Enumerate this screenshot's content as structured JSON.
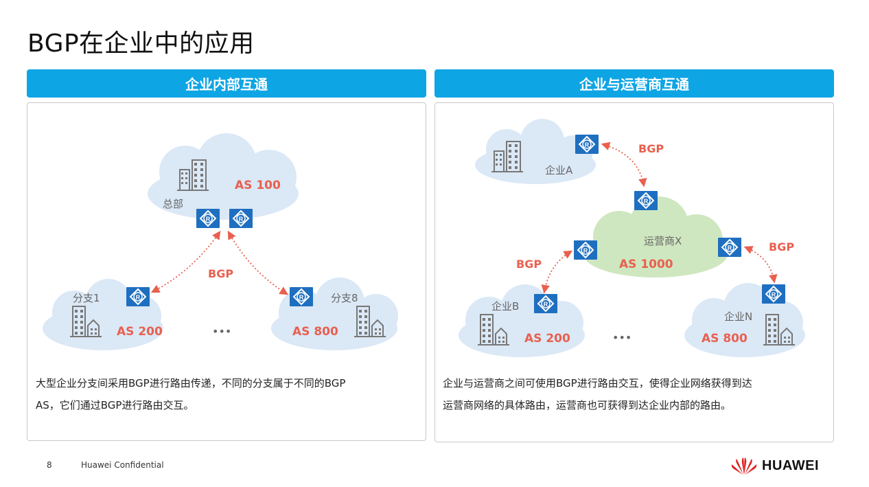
{
  "title": "BGP在企业中的应用",
  "left_panel": {
    "header": "企业内部互通",
    "hq_label": "总部",
    "hq_as": "AS 100",
    "branch1_label": "分支1",
    "branch1_as": "AS 200",
    "branch8_label": "分支8",
    "branch8_as": "AS 800",
    "bgp_label": "BGP",
    "ellipsis": "•••",
    "description_line1": "大型企业分支间采用BGP进行路由传递，不同的分支属于不同的BGP",
    "description_line2": "AS，它们通过BGP进行路由交互。"
  },
  "right_panel": {
    "header": "企业与运营商互通",
    "ent_a_label": "企业A",
    "isp_label": "运营商X",
    "isp_as": "AS 1000",
    "ent_b_label": "企业B",
    "ent_b_as": "AS 200",
    "ent_n_label": "企业N",
    "ent_n_as": "AS 800",
    "bgp_label_top": "BGP",
    "bgp_label_left": "BGP",
    "bgp_label_right": "BGP",
    "ellipsis": "•••",
    "description_line1": "企业与运营商之间可使用BGP进行路由交互，使得企业网络获得到达",
    "description_line2": "运营商网络的具体路由，运营商也可获得到达企业内部的路由。"
  },
  "footer": {
    "page_number": "8",
    "confidential": "Huawei Confidential",
    "brand": "HUAWEI"
  },
  "colors": {
    "accent_blue": "#0ea5e4",
    "router_blue": "#1f6fc0",
    "cloud_blue": "#dbe8f6",
    "cloud_green": "#cfe7c0",
    "bgp_red": "#e8604f"
  },
  "icons": [
    "router-icon",
    "building-icon",
    "huawei-logo-icon"
  ]
}
